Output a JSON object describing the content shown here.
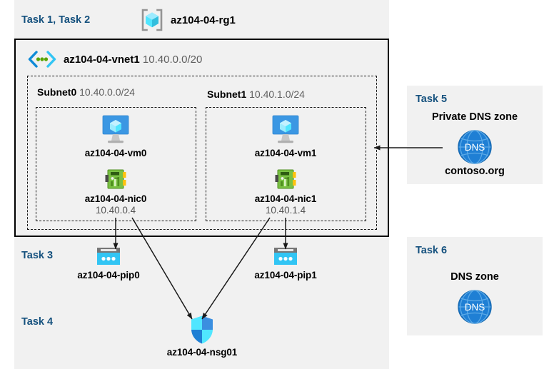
{
  "resource_group": {
    "tasks_label": "Task 1, Task 2",
    "name": "az104-04-rg1",
    "icon": "resource-group-icon"
  },
  "vnet": {
    "name": "az104-04-vnet1",
    "cidr": "10.40.0.0/20",
    "icon": "virtual-network-icon"
  },
  "subnets": [
    {
      "name": "Subnet0",
      "cidr": "10.40.0.0/24"
    },
    {
      "name": "Subnet1",
      "cidr": "10.40.1.0/24"
    }
  ],
  "vms": [
    {
      "name": "az104-04-vm0",
      "icon": "virtual-machine-icon"
    },
    {
      "name": "az104-04-vm1",
      "icon": "virtual-machine-icon"
    }
  ],
  "nics": [
    {
      "name": "az104-04-nic0",
      "ip": "10.40.0.4",
      "icon": "network-interface-icon"
    },
    {
      "name": "az104-04-nic1",
      "ip": "10.40.1.4",
      "icon": "network-interface-icon"
    }
  ],
  "task3": {
    "label": "Task 3",
    "public_ips": [
      {
        "name": "az104-04-pip0",
        "icon": "public-ip-address-icon"
      },
      {
        "name": "az104-04-pip1",
        "icon": "public-ip-address-icon"
      }
    ]
  },
  "task4": {
    "label": "Task 4",
    "nsg": {
      "name": "az104-04-nsg01",
      "icon": "network-security-group-icon"
    }
  },
  "task5": {
    "label": "Task 5",
    "title": "Private DNS zone",
    "zone_name": "contoso.org",
    "icon": "dns-zone-icon",
    "icon_text": "DNS"
  },
  "task6": {
    "label": "Task 6",
    "title": "DNS zone",
    "icon": "dns-zone-icon",
    "icon_text": "DNS"
  },
  "colors": {
    "task_label": "#15517e",
    "panel_bg": "#f1f1f1",
    "azure_blue": "#0078d4",
    "cyan": "#32c5f4",
    "nic_green": "#5aab2d",
    "dns_blue": "#1f7fd4"
  }
}
